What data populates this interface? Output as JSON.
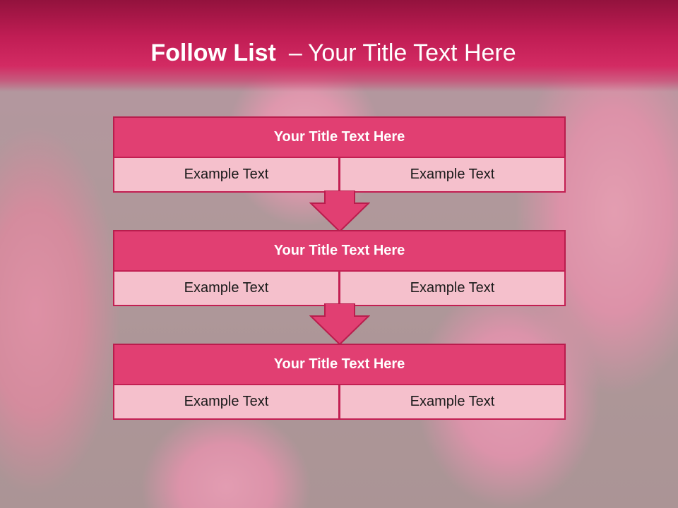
{
  "slide": {
    "title_bold": "Follow List",
    "title_separator": "–",
    "title_rest": "Your Title Text Here",
    "colors": {
      "band": "#c01d54",
      "header_fill": "#e13f72",
      "cell_fill": "#f5c0cc",
      "border": "#b91d4d"
    }
  },
  "steps": [
    {
      "title": "Your Title Text Here",
      "left": "Example Text",
      "right": "Example Text"
    },
    {
      "title": "Your Title Text Here",
      "left": "Example Text",
      "right": "Example Text"
    },
    {
      "title": "Your Title Text Here",
      "left": "Example Text",
      "right": "Example Text"
    }
  ],
  "connector_icon": "down-arrow-icon"
}
